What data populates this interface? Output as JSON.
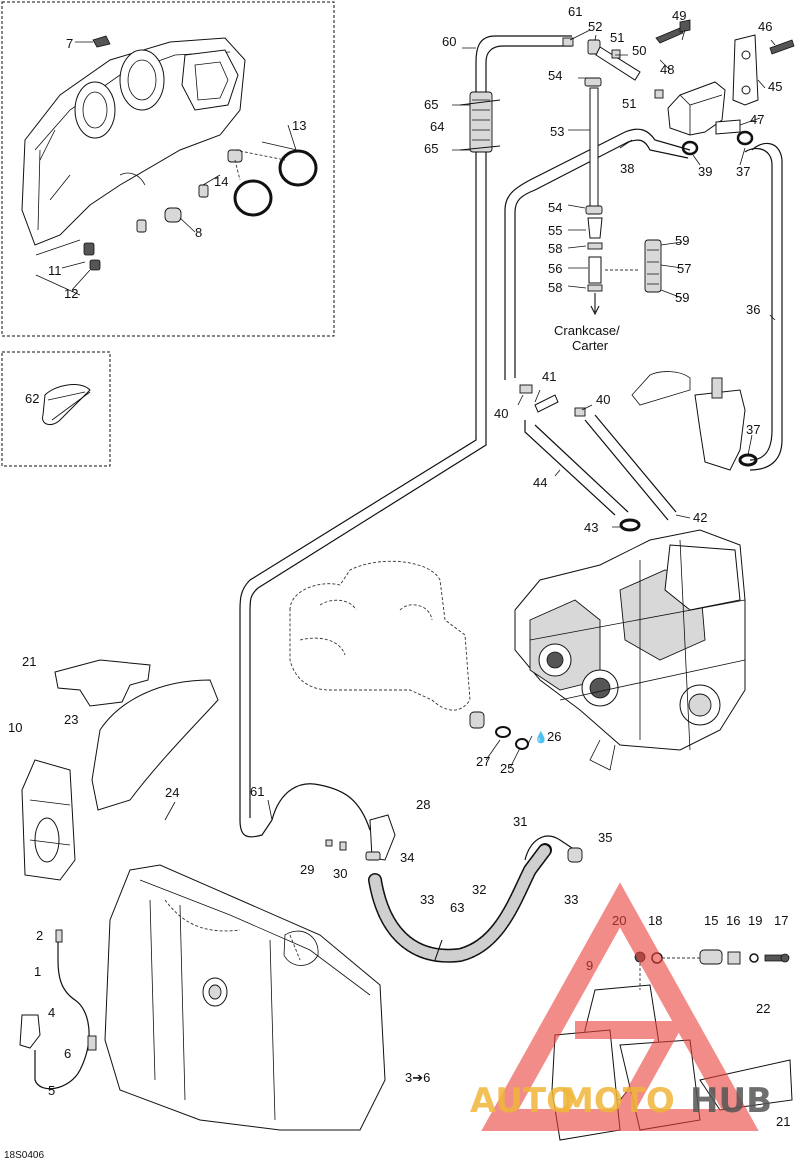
{
  "diagram": {
    "reference_code": "18S0406",
    "crankcase_note_line1": "Crankcase/",
    "crankcase_note_line2": "Carter",
    "drop_symbol": "💧",
    "callouts": {
      "c1": "1",
      "c2": "2",
      "c3_6": "3➔6",
      "c4": "4",
      "c5": "5",
      "c6": "6",
      "c7": "7",
      "c8": "8",
      "c9": "9",
      "c10": "10",
      "c11": "11",
      "c12": "12",
      "c13": "13",
      "c14": "14",
      "c15": "15",
      "c16": "16",
      "c17": "17",
      "c18": "18",
      "c19": "19",
      "c20": "20",
      "c21a": "21",
      "c21b": "21",
      "c22": "22",
      "c23": "23",
      "c24": "24",
      "c25": "25",
      "c26": "26",
      "c27": "27",
      "c28": "28",
      "c29": "29",
      "c30": "30",
      "c31": "31",
      "c32": "32",
      "c33a": "33",
      "c33b": "33",
      "c34": "34",
      "c35": "35",
      "c36": "36",
      "c37a": "37",
      "c37b": "37",
      "c38": "38",
      "c39": "39",
      "c40a": "40",
      "c40b": "40",
      "c41": "41",
      "c42": "42",
      "c43": "43",
      "c44": "44",
      "c45": "45",
      "c46": "46",
      "c47": "47",
      "c48": "48",
      "c49": "49",
      "c50": "50",
      "c51a": "51",
      "c51b": "51",
      "c52": "52",
      "c53": "53",
      "c54a": "54",
      "c54b": "54",
      "c55": "55",
      "c56": "56",
      "c57": "57",
      "c58a": "58",
      "c58b": "58",
      "c59a": "59",
      "c59b": "59",
      "c60": "60",
      "c61a": "61",
      "c61b": "61",
      "c62": "62",
      "c63": "63",
      "c64": "64",
      "c65a": "65",
      "c65b": "65"
    }
  },
  "watermark": {
    "text_auto": "AUTO",
    "text_moto": "MOTO",
    "text_hub": "HUB",
    "color_logo": "#e8403a",
    "color_text": "#f0b63a",
    "color_hub": "#555555"
  }
}
